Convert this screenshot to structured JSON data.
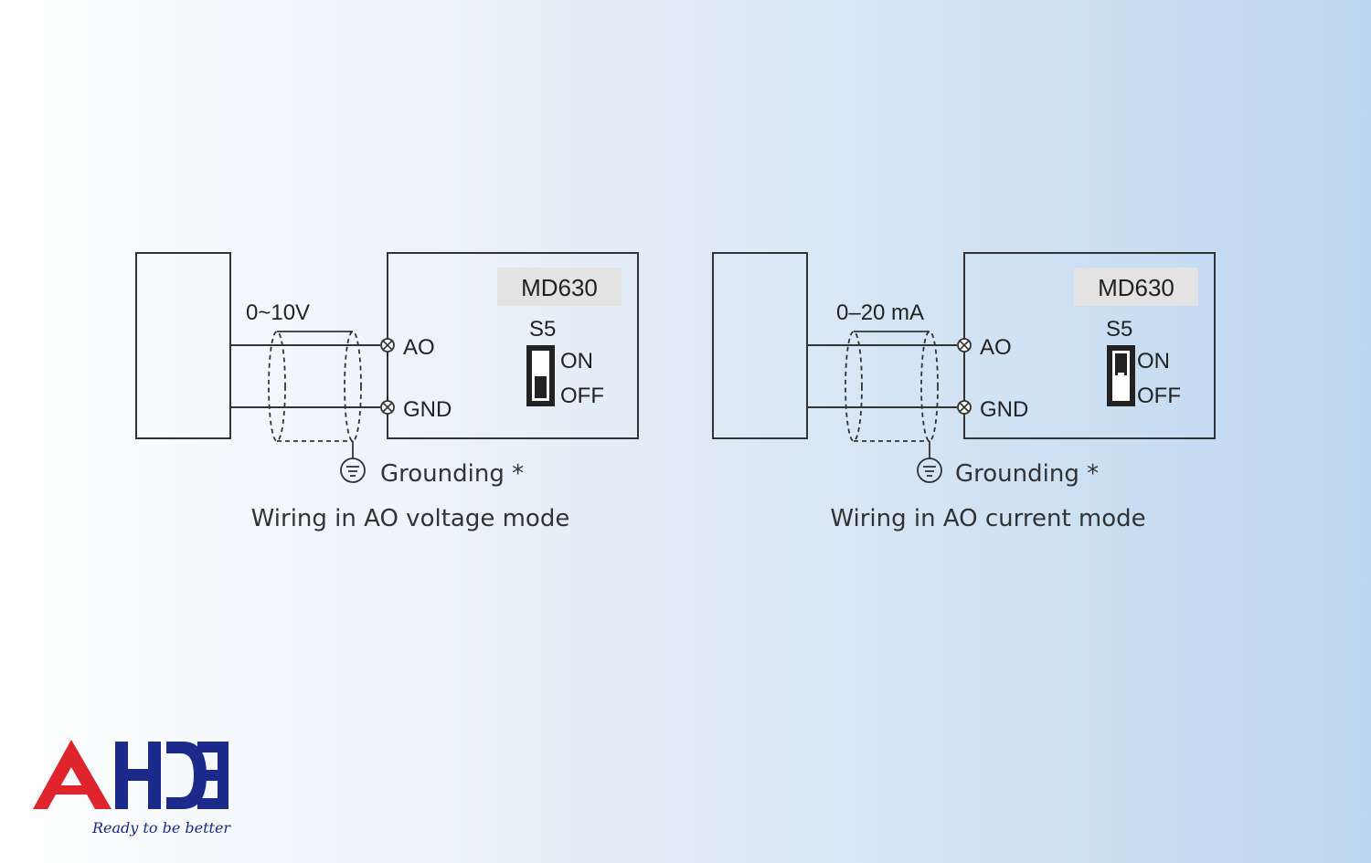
{
  "diagrams": [
    {
      "device_label": "MD630",
      "switch_label": "S5",
      "switch_on": "ON",
      "switch_off": "OFF",
      "signal_label": "0~10V",
      "terminal_ao": "AO",
      "terminal_gnd": "GND",
      "grounding": "Grounding *",
      "caption": "Wiring in AO voltage mode",
      "switch_state": "OFF"
    },
    {
      "device_label": "MD630",
      "switch_label": "S5",
      "switch_on": "ON",
      "switch_off": "OFF",
      "signal_label": "0–20 mA",
      "terminal_ao": "AO",
      "terminal_gnd": "GND",
      "grounding": "Grounding *",
      "caption": "Wiring in AO current mode",
      "switch_state": "ON"
    }
  ],
  "logo": {
    "text": "AHDE",
    "tagline": "Ready to be better",
    "colors": {
      "red": "#e0242b",
      "blue": "#1c2a8c"
    }
  }
}
